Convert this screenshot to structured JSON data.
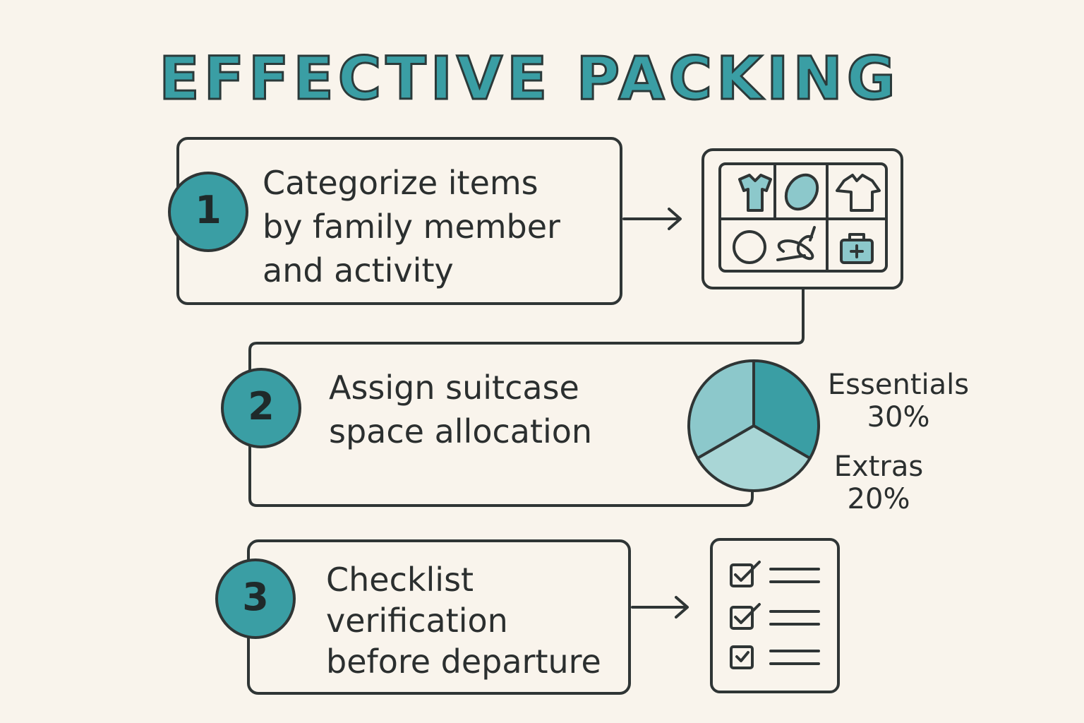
{
  "title": "EFFECTIVE PACKING",
  "colors": {
    "accent": "#3a9ea4",
    "accent_light": "#8cc8cb",
    "accent_pale": "#a9d6d6",
    "ink": "#2b2f2f",
    "background": "#f9f4ec"
  },
  "steps": [
    {
      "number": "1",
      "lines": [
        "Categorize items",
        "by family member",
        "and activity"
      ]
    },
    {
      "number": "2",
      "lines": [
        "Assign suitcase",
        "space allocation"
      ]
    },
    {
      "number": "3",
      "lines": [
        "Checklist",
        "verification",
        "before departure"
      ]
    }
  ],
  "category_icons": [
    "shirt-icon",
    "swim-goggles-icon",
    "tshirt-icon",
    "ball-icon",
    "jump-rope-icon",
    "first-aid-kit-icon"
  ],
  "allocation": {
    "labels": [
      {
        "name": "Essentials",
        "value": "30%"
      },
      {
        "name": "Extras",
        "value": "20%"
      }
    ]
  },
  "checklist": {
    "items": 3,
    "checked": [
      true,
      true,
      true
    ]
  }
}
